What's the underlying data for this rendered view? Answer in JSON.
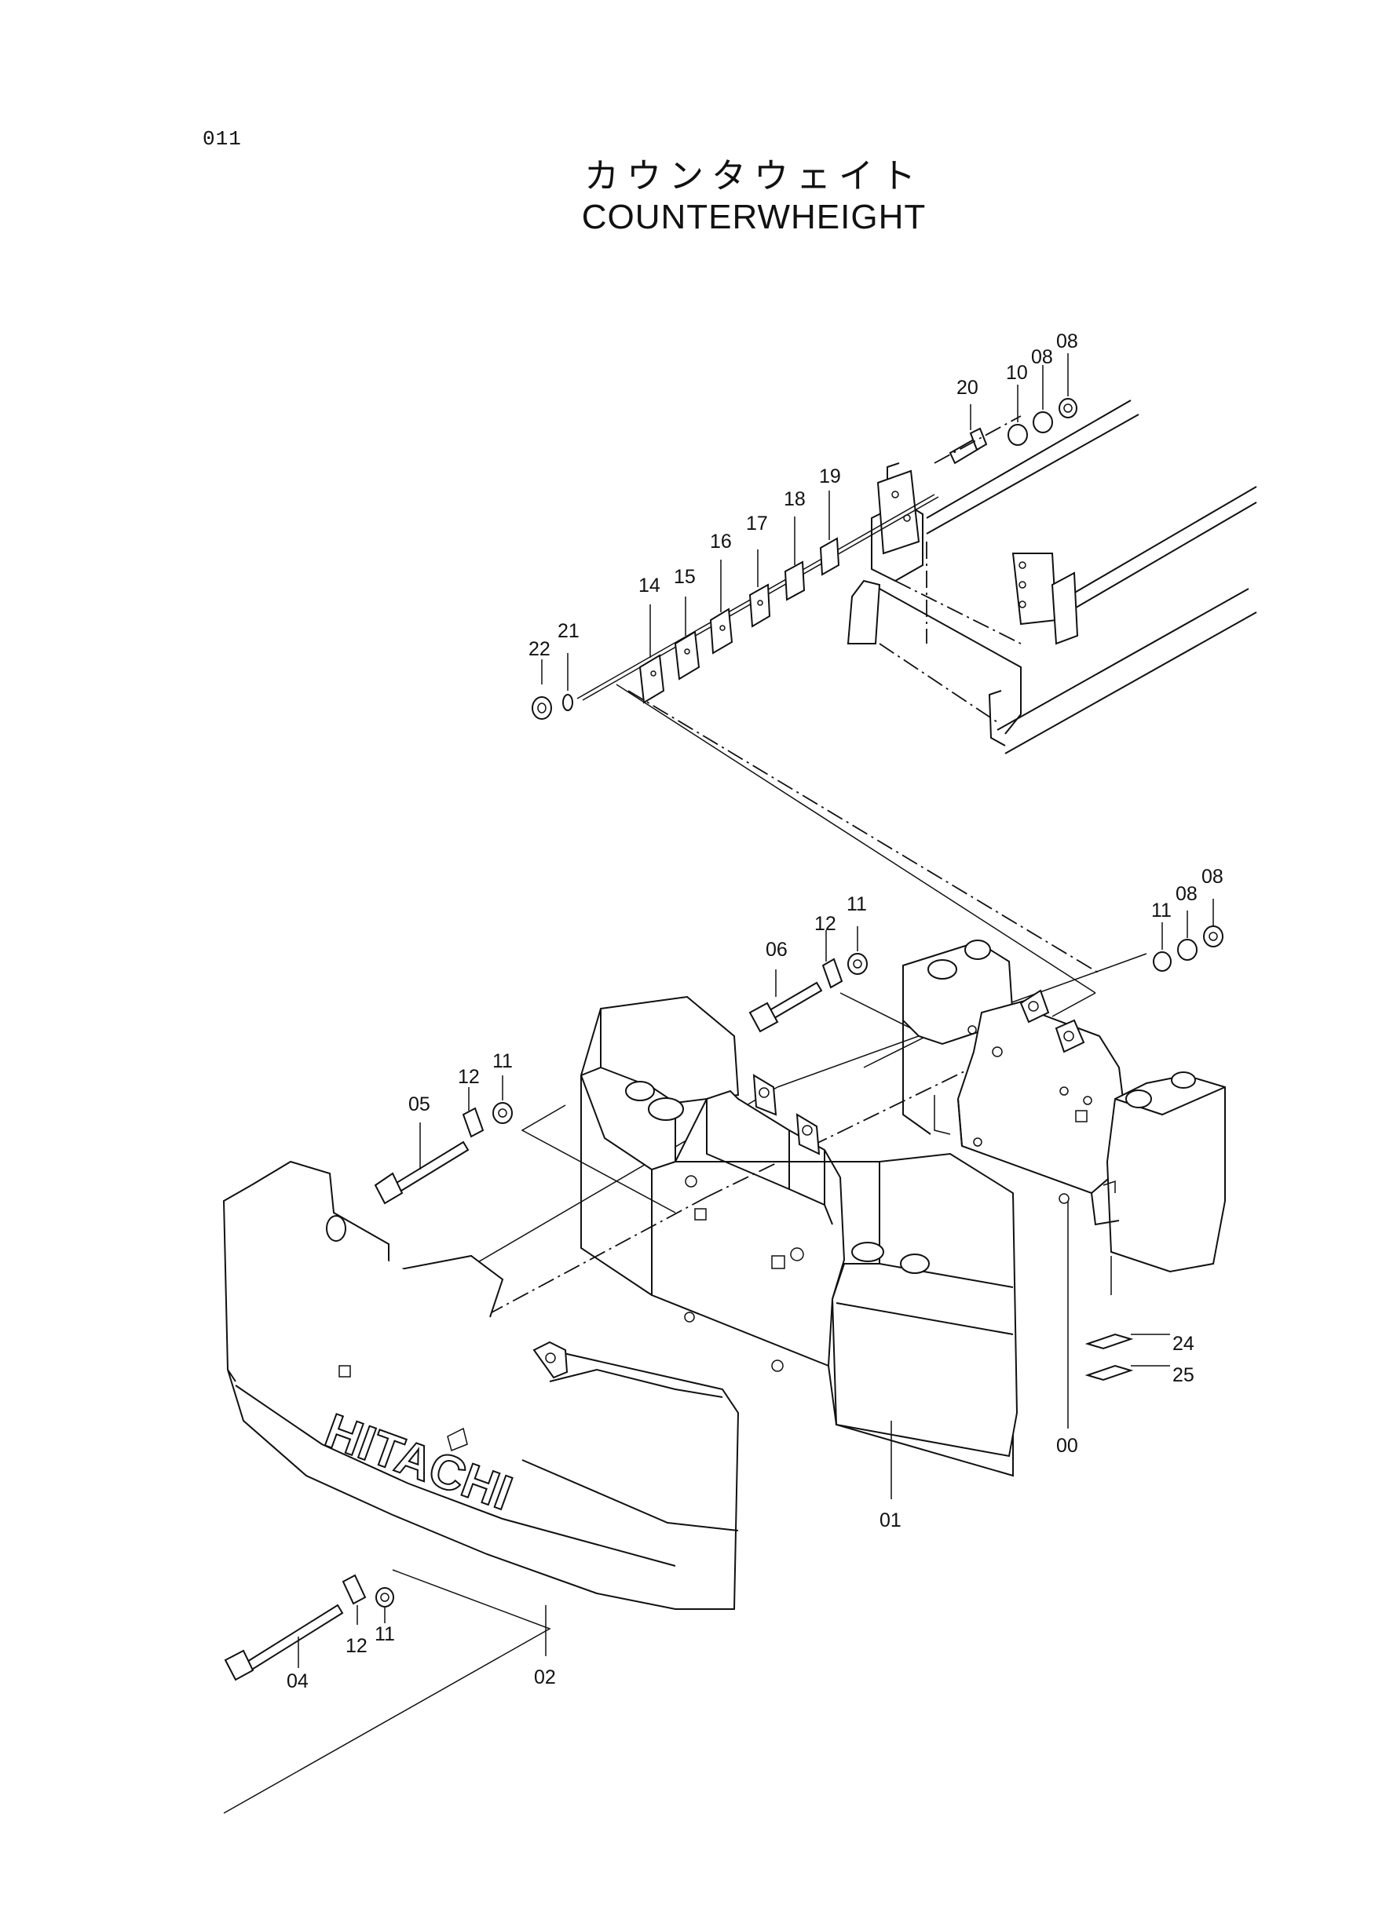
{
  "page_number": "011",
  "title_jp": "カウンタウェイト",
  "title_en": "COUNTERWHEIGHT",
  "brand_mark": "HITACHI",
  "callouts": {
    "c00": "00",
    "c01": "01",
    "c02": "02",
    "c04": "04",
    "c05": "05",
    "c06": "06",
    "c08a": "08",
    "c08b": "08",
    "c08c": "08",
    "c08d": "08",
    "c10": "10",
    "c11a": "11",
    "c11b": "11",
    "c11c": "11",
    "c11d": "11",
    "c12a": "12",
    "c12b": "12",
    "c12c": "12",
    "c14": "14",
    "c15": "15",
    "c16": "16",
    "c17": "17",
    "c18": "18",
    "c19": "19",
    "c20": "20",
    "c21": "21",
    "c22": "22",
    "c24": "24",
    "c25": "25"
  }
}
